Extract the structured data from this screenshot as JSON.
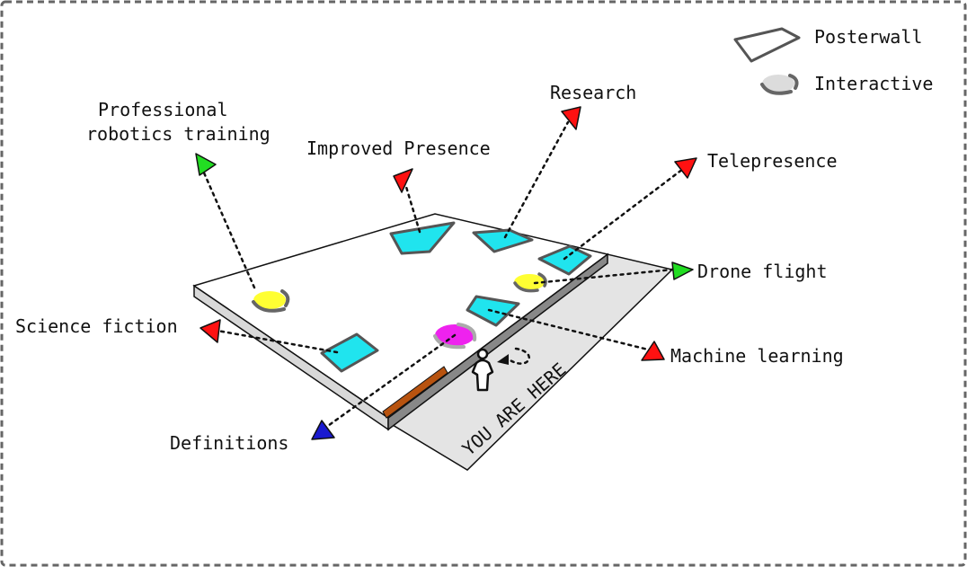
{
  "legend": {
    "posterwall_label": "Posterwall",
    "interactive_label": "Interactive"
  },
  "topics": {
    "research": "Research",
    "improved_presence": "Improved Presence",
    "telepresence": "Telepresence",
    "professional_robotics_line1": "Professional",
    "professional_robotics_line2": "robotics training",
    "drone_flight": "Drone flight",
    "science_fiction": "Science fiction",
    "machine_learning": "Machine learning",
    "definitions": "Definitions"
  },
  "you_are_here": "YOU ARE HERE",
  "colors": {
    "poster": "#20e4ee",
    "interactive_yellow": "#ffff33",
    "interactive_magenta": "#ee22ee",
    "marker_red": "#ff1111",
    "marker_green": "#22dd22",
    "marker_blue": "#1a1ad0",
    "floor": "#e4e4e4",
    "bench": "#b8530f"
  }
}
